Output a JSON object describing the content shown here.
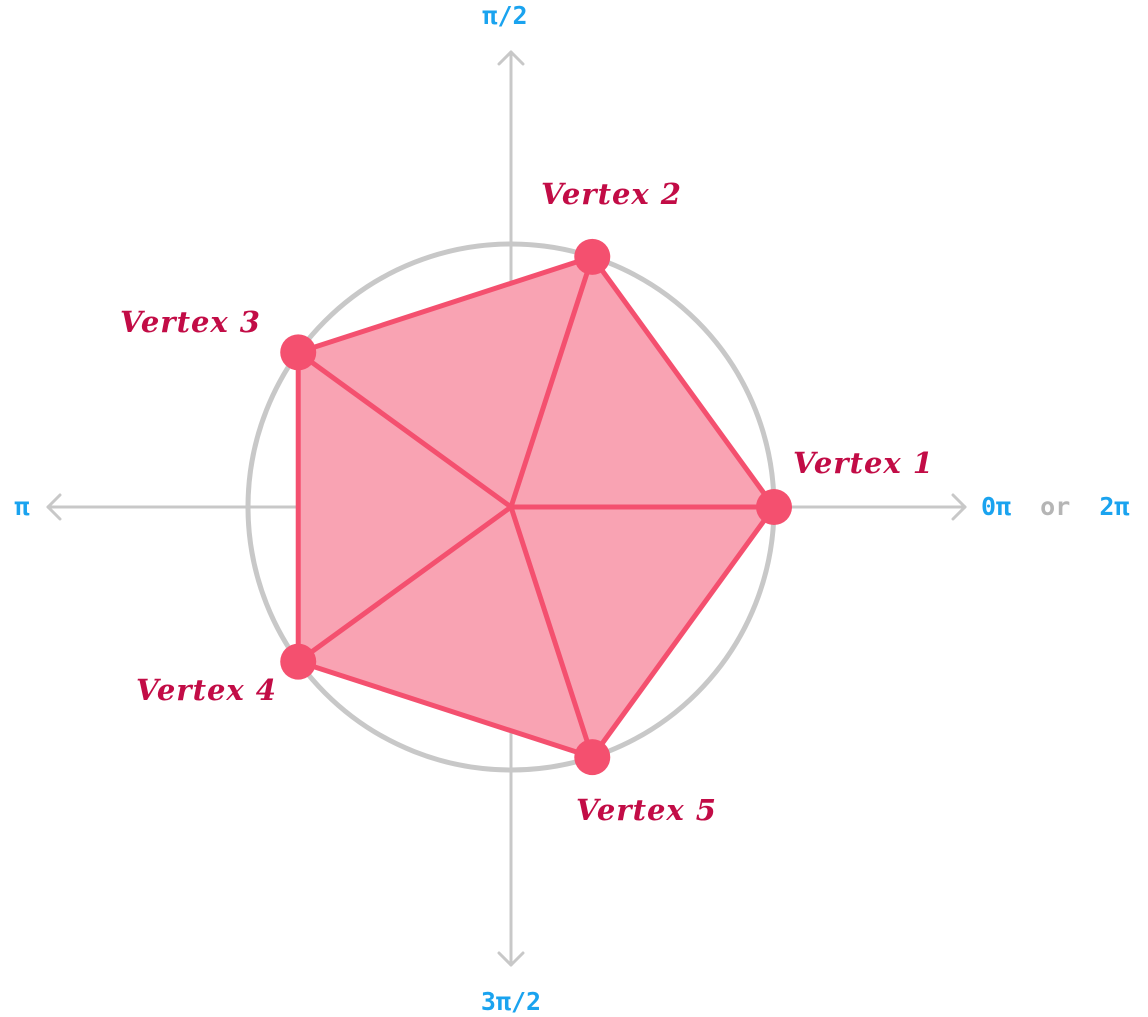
{
  "colors": {
    "axis": "#c8c8c8",
    "circle": "#c8c8c8",
    "polygon_fill": "#f9a3b3",
    "polygon_stroke": "#f4506f",
    "vertex_dot": "#f4506f",
    "vertex_label": "#c20c46",
    "axis_label_blue": "#1aa3ef",
    "axis_label_gray": "#b5b5b5"
  },
  "axis_labels": {
    "top": "π/2",
    "bottom": "3π/2",
    "left": "π",
    "right_a": "0π",
    "right_or": "or",
    "right_b": "2π"
  },
  "vertices": [
    {
      "label": "Vertex 1"
    },
    {
      "label": "Vertex 2"
    },
    {
      "label": "Vertex 3"
    },
    {
      "label": "Vertex 4"
    },
    {
      "label": "Vertex 5"
    }
  ]
}
